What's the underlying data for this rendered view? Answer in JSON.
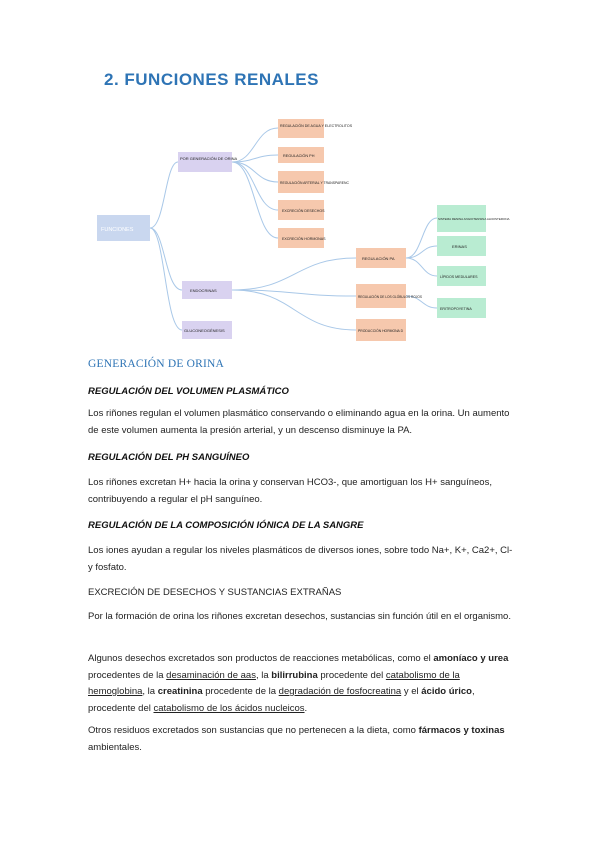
{
  "title": "2. FUNCIONES RENALES",
  "diagram": {
    "root": "FUNCIONES",
    "branches": [
      "POR GENERACIÓN DE ORINA",
      "ENDOCRINAS",
      "GLUCONEOGÉNESIS"
    ],
    "orina_children": [
      "REGULACIÓN DE AGUA Y ELECTROLITOS",
      "REGULACIÓN PH",
      "REGULACIÓN ARTERIAL Y TRANSPARENC",
      "EXCRECIÓN DESECHOS",
      "EXCRECIÓN HORMONAS"
    ],
    "endocrinas_children": [
      "REGULACIÓN PA",
      "REGULACIÓN DE LOS GLÓBULOS ROJOS",
      "PRODUCCIÓN HORMONA D"
    ],
    "pa_children": [
      "SISTEMA RENINA ANGIOTENSINA ALDOSTERONA",
      "ERINAS",
      "LÍPIDOS MEDULARES",
      "ERITROPOYETINA"
    ]
  },
  "section": "GENERACIÓN DE ORINA",
  "sub1": "REGULACIÓN DEL VOLUMEN PLASMÁTICO",
  "p1": "Los riñones regulan el volumen plasmático conservando o eliminando agua en la orina. Un aumento de este volumen aumenta la presión arterial, y un descenso disminuye la PA.",
  "sub2": "REGULACIÓN DEL PH SANGUÍNEO",
  "p2": "Los riñones excretan H+ hacia la orina y conservan HCO3-, que amortiguan los H+ sanguíneos, contribuyendo a regular el pH sanguíneo.",
  "sub3": "REGULACIÓN DE LA COMPOSICIÓN IÓNICA DE LA SANGRE",
  "p3": "Los iones ayudan a regular los niveles plasmáticos de diversos iones, sobre todo Na+, K+, Ca2+, Cl-  y fosfato.",
  "head4": "EXCRECIÓN DE DESECHOS Y SUSTANCIAS EXTRAÑAS",
  "p4": "Por la formación de orina los riñones excretan desechos, sustancias sin función útil en el organismo.",
  "p5": {
    "t1": "Algunos desechos excretados son productos de reacciones metabólicas, como el ",
    "b1": "amoníaco y urea",
    "t2": " procedentes de la ",
    "u1": "desaminación de aas",
    "t3": ", la ",
    "b2": "bilirrubina",
    "t4": " procedente del ",
    "u2": "catabolismo de la hemoglobina",
    "t5": ", la ",
    "b3": "creatinina",
    "t6": " procedente de la ",
    "u3": "degradación de fosfocreatina",
    "t7": " y el ",
    "b4": "ácido úrico",
    "t8": ", procedente del ",
    "u4": "catabolismo de los ácidos nucleicos",
    "t9": "."
  },
  "p6": {
    "t1": "Otros residuos excretados son sustancias que no pertenecen a la dieta, como ",
    "b1": "fármacos y toxinas",
    "t2": " ambientales."
  },
  "colors": {
    "title": "#2e74b5",
    "root_fill": "#c9d7ef",
    "branch_fill": "#d9d2f0",
    "orange_fill": "#f6c8ad",
    "green_fill": "#b9ecd2",
    "line": "#a9c8e8"
  }
}
